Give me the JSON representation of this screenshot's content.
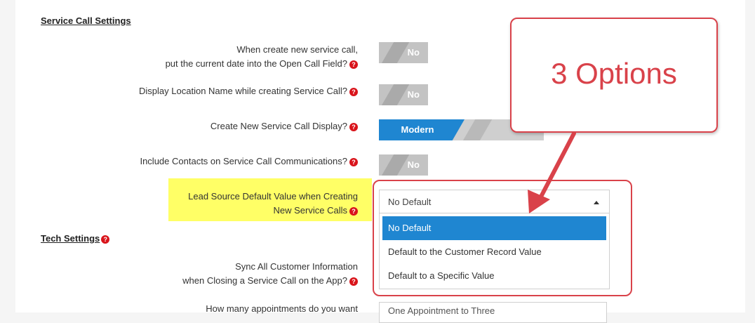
{
  "sections": {
    "service_call": "Service Call Settings",
    "tech": "Tech Settings"
  },
  "rows": {
    "open_date_line1": "When create new service call,",
    "open_date_line2": "put the current date into the Open Call Field?",
    "open_date_value": "No",
    "location_name": "Display Location Name while creating Service Call?",
    "location_value": "No",
    "display": "Create New Service Call Display?",
    "display_value": "Modern",
    "contacts": "Include Contacts on Service Call Communications?",
    "contacts_value": "No",
    "lead_line1": "Lead Source Default Value when Creating",
    "lead_line2": "New Service Calls",
    "sync_line1": "Sync All Customer Information",
    "sync_line2": "when Closing a Service Call on the App?",
    "appointments": "How many appointments do you want",
    "appointments_value": "One Appointment to Three"
  },
  "help_glyph": "?",
  "lead_select": {
    "value": "No Default",
    "options": [
      "No Default",
      "Default to the Customer Record Value",
      "Default to a Specific Value"
    ],
    "selected_index": 0
  },
  "annotation": {
    "text": "3 Options",
    "color": "#d9424a"
  },
  "colors": {
    "accent_blue": "#1f86d1",
    "toggle_grey": "#c3c3c3",
    "highlight": "#ffff66",
    "help_red": "#d9141b"
  }
}
